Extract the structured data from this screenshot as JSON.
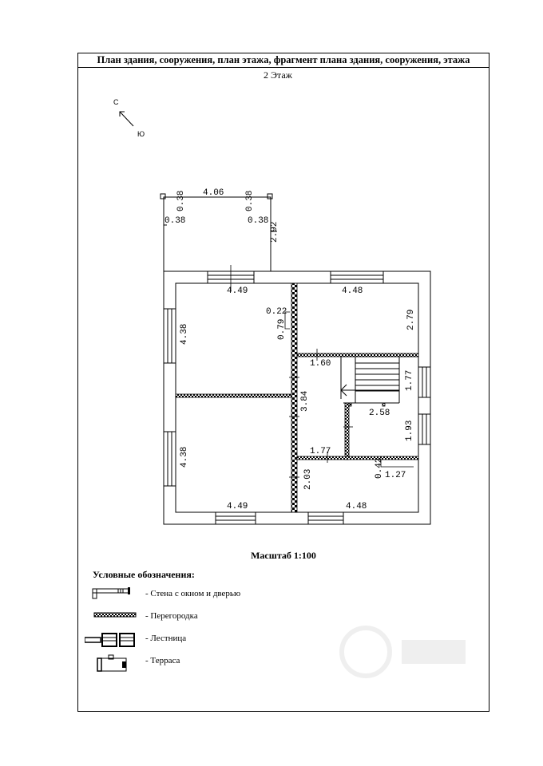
{
  "header": {
    "title": "План здания, сооружения, план этажа, фрагмент плана здания, сооружения, этажа",
    "floor": "2  Этаж"
  },
  "compass": {
    "north": "С",
    "south": "Ю"
  },
  "dimensions": {
    "terrace_width": "4.06",
    "terrace_left_a": "0.38",
    "terrace_left_b": "0.38",
    "terrace_right_a": "0.38",
    "terrace_right_b": "0.38",
    "terrace_depth": "2.92",
    "room_nw_width": "4.49",
    "room_nw_height": "4.38",
    "room_ne_width": "4.48",
    "room_ne_height": "2.79",
    "partition_a": "0.22",
    "partition_b": "0.79",
    "hall_width": "1.60",
    "stair_height": "1.77",
    "corridor_length": "3.84",
    "bath_width": "2.58",
    "bath_height": "1.93",
    "room_sw_height": "4.38",
    "room_sw_width": "4.49",
    "lower_hall": "1.77",
    "small_a": "0.42",
    "small_b": "1.27",
    "lower_corridor": "2.03",
    "room_se_width": "4.48"
  },
  "scale": "Масштаб 1:100",
  "legend": {
    "title": "Условные обозначения:",
    "items": [
      {
        "label": "- Стена с окном и дверью"
      },
      {
        "label": "- Перегородка"
      },
      {
        "label": "- Лестница"
      },
      {
        "label": "- Терраса"
      }
    ]
  }
}
